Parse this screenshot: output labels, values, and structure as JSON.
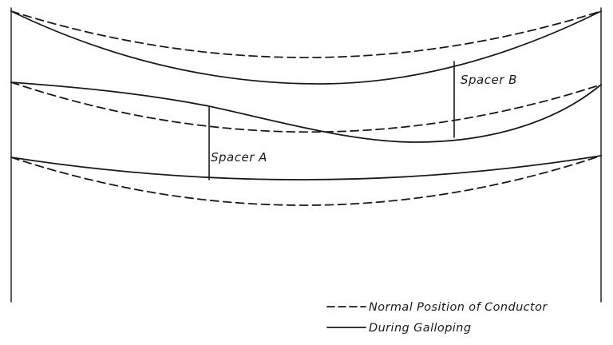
{
  "spacer_a": {
    "label": "Spacer A"
  },
  "spacer_b": {
    "label": "Spacer B"
  },
  "legend": {
    "dashed_label": "Normal Position of Conductor",
    "solid_label": "During Galloping"
  },
  "colors": {
    "line": "#1a1a1a",
    "background": "#ffffff"
  }
}
